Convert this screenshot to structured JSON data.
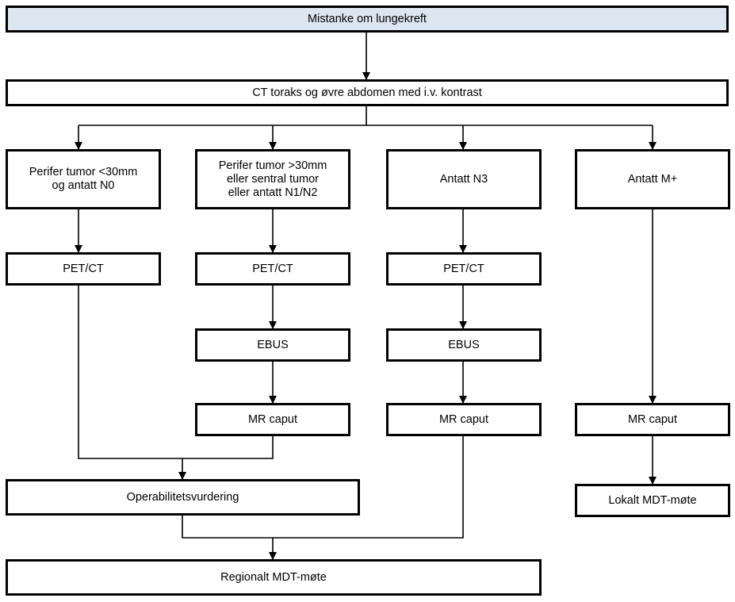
{
  "diagram": {
    "type": "flowchart",
    "nodes": {
      "root": "Mistanke om lungekreft",
      "ct": "CT toraks og øvre  abdomen med i.v. kontrast",
      "c1": "Perifer tumor <30mm\nog antatt N0",
      "c2": "Perifer tumor >30mm\neller sentral tumor\neller antatt N1/N2",
      "c3": "Antatt N3",
      "c4": "Antatt M+",
      "pet1": "PET/CT",
      "pet2": "PET/CT",
      "pet3": "PET/CT",
      "ebus2": "EBUS",
      "ebus3": "EBUS",
      "mr2": "MR caput",
      "mr3": "MR caput",
      "mr4": "MR caput",
      "oper": "Operabilitetsvurdering",
      "lokalt": "Lokalt MDT-møte",
      "reg": "Regionalt  MDT-møte"
    },
    "edges": [
      [
        "root",
        "ct"
      ],
      [
        "ct",
        "c1"
      ],
      [
        "ct",
        "c2"
      ],
      [
        "ct",
        "c3"
      ],
      [
        "ct",
        "c4"
      ],
      [
        "c1",
        "pet1"
      ],
      [
        "c2",
        "pet2"
      ],
      [
        "c3",
        "pet3"
      ],
      [
        "pet2",
        "ebus2"
      ],
      [
        "ebus2",
        "mr2"
      ],
      [
        "pet3",
        "ebus3"
      ],
      [
        "ebus3",
        "mr3"
      ],
      [
        "c4",
        "mr4"
      ],
      [
        "mr4",
        "lokalt"
      ],
      [
        "pet1",
        "oper"
      ],
      [
        "mr2",
        "oper"
      ],
      [
        "oper",
        "reg"
      ],
      [
        "mr3",
        "reg"
      ]
    ],
    "colors": {
      "top_fill": "#dce6f1",
      "box_fill": "#ffffff",
      "line": "#000000"
    }
  }
}
